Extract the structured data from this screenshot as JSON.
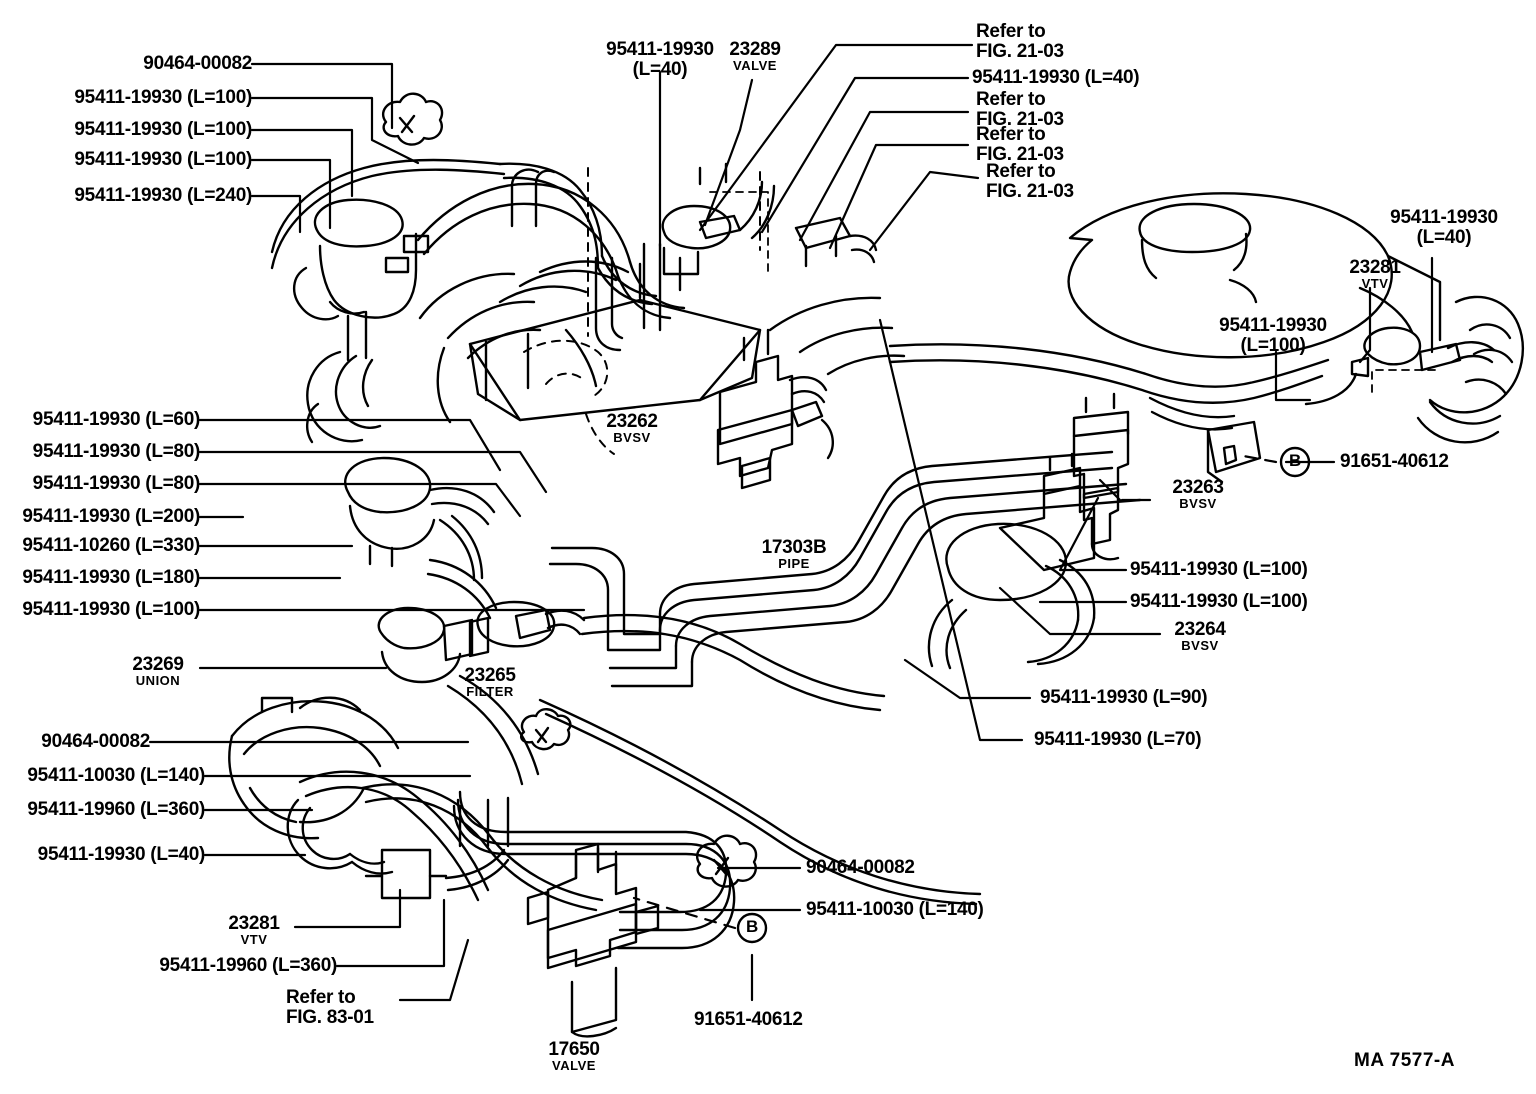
{
  "diagram": {
    "title": "Toyota vacuum piping parts diagram",
    "sheet_code": "MA  7577-A",
    "callout_marker": "B",
    "left_top_labels": [
      {
        "id": "l-90464-00082-top",
        "text": "90464-00082"
      },
      {
        "id": "l-95411-19930-100-a",
        "text": "95411-19930 (L=100)"
      },
      {
        "id": "l-95411-19930-100-b",
        "text": "95411-19930 (L=100)"
      },
      {
        "id": "l-95411-19930-100-c",
        "text": "95411-19930 (L=100)"
      },
      {
        "id": "l-95411-19930-240",
        "text": "95411-19930 (L=240)"
      }
    ],
    "left_mid_labels": [
      {
        "id": "l-95411-19930-60",
        "text": "95411-19930 (L=60)"
      },
      {
        "id": "l-95411-19930-80-a",
        "text": "95411-19930 (L=80)"
      },
      {
        "id": "l-95411-19930-80-b",
        "text": "95411-19930 (L=80)"
      },
      {
        "id": "l-95411-19930-200",
        "text": "95411-19930 (L=200)"
      },
      {
        "id": "l-95411-10260-330",
        "text": "95411-10260 (L=330)"
      },
      {
        "id": "l-95411-19930-180",
        "text": "95411-19930 (L=180)"
      },
      {
        "id": "l-95411-19930-100-d",
        "text": "95411-19930 (L=100)"
      }
    ],
    "left_bottom_labels": [
      {
        "id": "l-90464-00082-bot",
        "text": "90464-00082"
      },
      {
        "id": "l-95411-10030-140-a",
        "text": "95411-10030 (L=140)"
      },
      {
        "id": "l-95411-19960-360-a",
        "text": "95411-19960 (L=360)"
      },
      {
        "id": "l-95411-19930-40-bot",
        "text": "95411-19930 (L=40)"
      }
    ],
    "part_callouts": {
      "union_23269": {
        "number": "23269",
        "name": "UNION"
      },
      "filter_23265": {
        "number": "23265",
        "name": "FILTER"
      },
      "vtv_23281_left": {
        "number": "23281",
        "name": "VTV"
      },
      "vtv_23281_right": {
        "number": "23281",
        "name": "VTV"
      },
      "valve_23289": {
        "number": "23289",
        "name": "VALVE"
      },
      "bvsv_23262": {
        "number": "23262",
        "name": "BVSV"
      },
      "bvsv_23263": {
        "number": "23263",
        "name": "BVSV"
      },
      "bvsv_23264": {
        "number": "23264",
        "name": "BVSV"
      },
      "pipe_17303b": {
        "number": "17303B",
        "name": "PIPE"
      },
      "valve_17650": {
        "number": "17650",
        "name": "VALVE"
      }
    },
    "top_center_labels": {
      "hose_95411_19930_40": "95411-19930",
      "hose_95411_19930_40_len": "(L=40)"
    },
    "refer_labels": [
      {
        "id": "refer-1",
        "line1": "Refer to",
        "line2": "FIG. 21-03"
      },
      {
        "id": "refer-2",
        "line1": "Refer to",
        "line2": "FIG. 21-03"
      },
      {
        "id": "refer-3",
        "line1": "Refer to",
        "line2": "FIG. 21-03"
      },
      {
        "id": "refer-4",
        "line1": "Refer to",
        "line2": "FIG. 21-03"
      },
      {
        "id": "refer-5",
        "line1": "Refer to",
        "line2": "FIG. 83-01"
      }
    ],
    "right_labels": [
      {
        "id": "r-95411-19930-40-top",
        "text": "95411-19930 (L=40)"
      },
      {
        "id": "r-95411-19930-40-vtv",
        "line1": "95411-19930",
        "line2": "(L=40)"
      },
      {
        "id": "r-95411-19930-100-vtv",
        "line1": "95411-19930",
        "line2": "(L=100)"
      },
      {
        "id": "r-91651-40612-top",
        "text": "91651-40612"
      },
      {
        "id": "r-95411-19930-100-e",
        "text": "95411-19930 (L=100)"
      },
      {
        "id": "r-95411-19930-100-f",
        "text": "95411-19930 (L=100)"
      },
      {
        "id": "r-95411-19930-90",
        "text": "95411-19930 (L=90)"
      },
      {
        "id": "r-95411-19930-70",
        "text": "95411-19930 (L=70)"
      }
    ],
    "bottom_labels": [
      {
        "id": "b-90464-00082",
        "text": "90464-00082"
      },
      {
        "id": "b-95411-10030-140",
        "text": "95411-10030 (L=140)"
      },
      {
        "id": "b-91651-40612",
        "text": "91651-40612"
      },
      {
        "id": "b-95411-19960-360",
        "text": "95411-19960 (L=360)"
      }
    ],
    "colors": {
      "ink": "#000000",
      "paper": "#ffffff"
    }
  }
}
